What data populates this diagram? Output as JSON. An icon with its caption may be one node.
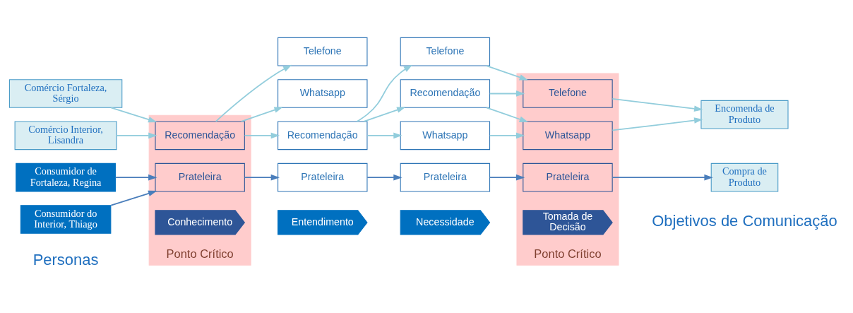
{
  "diagram": {
    "nodes": [
      {
        "text": [
          "Comércio Fortaleza, Sérgio"
        ]
      },
      {
        "text": [
          "Comércio Interior, Lisandra"
        ]
      },
      {
        "text": [
          "Consumidor de Fortaleza, Regina"
        ]
      },
      {
        "text": [
          "Consumidor do Interior, Thiago"
        ]
      },
      {
        "text": [
          "Ponto Crítico"
        ]
      },
      {
        "text": [
          "Conhecimento"
        ],
        "in": 4
      },
      {
        "text": [
          "Recomendação"
        ],
        "in": 4
      },
      {
        "text": [
          "Prateleira"
        ],
        "in": 4
      },
      {
        "text": [
          "Entendimento"
        ]
      },
      {
        "text": [
          "Recomendação"
        ]
      },
      {
        "text": [
          "Telefone"
        ]
      },
      {
        "text": [
          "Whatsapp"
        ]
      },
      {
        "text": [
          "Prateleira"
        ]
      },
      {
        "text": [
          "Necessidade"
        ]
      },
      {
        "text": [
          "Recomendação"
        ]
      },
      {
        "text": [
          "Telefone"
        ]
      },
      {
        "text": [
          "Whatsapp"
        ]
      },
      {
        "text": [
          "Prateleira"
        ]
      },
      {
        "text": [
          "Ponto Crítico"
        ]
      },
      {
        "text": [
          "Tomada de Decisão"
        ],
        "in": 18
      },
      {
        "text": [
          "Telefone"
        ],
        "in": 18
      },
      {
        "text": [
          "Whatsapp"
        ],
        "in": 18
      },
      {
        "text": [
          "Prateleira"
        ],
        "in": 18
      },
      {
        "text": [
          "Encomenda de Produto"
        ]
      },
      {
        "text": [
          "Compra de Produto"
        ]
      }
    ],
    "edges": [
      {
        "from": 0,
        "to": 6,
        "arrow": "to"
      },
      {
        "from": 1,
        "to": 6,
        "arrow": "to"
      },
      {
        "from": 2,
        "to": 7,
        "arrow": "to",
        "color": "#4a7ebb"
      },
      {
        "from": 3,
        "to": 7,
        "arrow": "to",
        "color": "#4a7ebb"
      },
      {
        "from": 6,
        "to": 9,
        "arrow": "to"
      },
      {
        "from": 6,
        "to": 10,
        "arrow": "to"
      },
      {
        "from": 6,
        "to": 11,
        "arrow": "to"
      },
      {
        "from": 7,
        "to": 12,
        "arrow": "to",
        "color": "#4a7ebb"
      },
      {
        "from": 9,
        "to": 14,
        "arrow": "to"
      },
      {
        "from": 9,
        "to": 15,
        "arrow": "to"
      },
      {
        "from": 9,
        "to": 16,
        "arrow": "to"
      },
      {
        "from": 12,
        "to": 17,
        "arrow": "to",
        "color": "#4a7ebb"
      },
      {
        "from": 14,
        "to": 20,
        "arrow": "to"
      },
      {
        "from": 14,
        "to": 21,
        "arrow": "to"
      },
      {
        "from": 15,
        "to": 20,
        "arrow": "to"
      },
      {
        "from": 16,
        "to": 21,
        "arrow": "to"
      },
      {
        "from": 17,
        "to": 22,
        "arrow": "to",
        "color": "#4a7ebb"
      },
      {
        "from": 20,
        "to": 23,
        "arrow": "to"
      },
      {
        "from": 21,
        "to": 23,
        "arrow": "to"
      },
      {
        "from": 22,
        "to": 24,
        "arrow": "to",
        "color": "#4a7ebb"
      }
    ],
    "labels": [
      "Personas",
      "Objetivos de Comunicação"
    ]
  }
}
